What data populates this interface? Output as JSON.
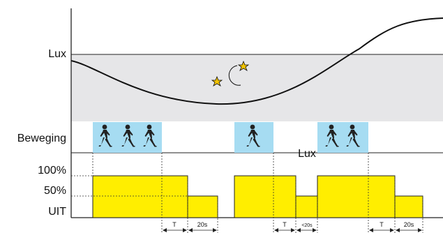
{
  "labels": {
    "lux_axis": "Lux",
    "motion": "Beweging",
    "level_100": "100%",
    "level_50": "50%",
    "level_off": "UIT",
    "lux_threshold": "Lux"
  },
  "timing": {
    "delay_1": "T",
    "standby_1": "20s",
    "delay_2": "T",
    "standby_2": "<20s",
    "delay_3": "T",
    "standby_3": "20s"
  },
  "icons": {
    "night": "moon-and-stars-icon",
    "walker": "walking-person-icon"
  },
  "colors": {
    "light_on": "#ffee00",
    "motion_zone": "#a6dcf2",
    "lux_band": "#e6e6e8",
    "star": "#f4c400"
  }
}
